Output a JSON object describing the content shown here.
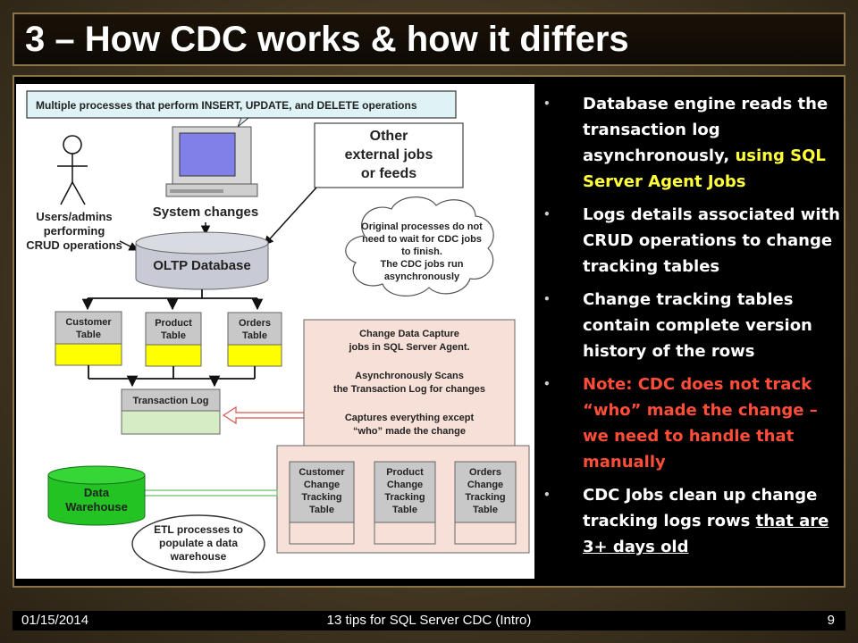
{
  "slide": {
    "title": "3 – How CDC works & how it differs"
  },
  "diagram": {
    "top_banner": "Multiple processes that perform INSERT, UPDATE, and DELETE operations",
    "users_label": [
      "Users/admins",
      "performing",
      "CRUD operations"
    ],
    "system_changes": "System changes",
    "other_jobs": [
      "Other",
      "external jobs",
      "or feeds"
    ],
    "cloud": [
      "Original processes do not",
      "need to wait for CDC jobs",
      "to finish.",
      "The CDC jobs run",
      "asynchronously"
    ],
    "oltp": "OLTP Database",
    "customer_table": [
      "Customer",
      "Table"
    ],
    "product_table": [
      "Product",
      "Table"
    ],
    "orders_table": [
      "Orders",
      "Table"
    ],
    "transaction_log": "Transaction Log",
    "cdc_box": {
      "line1": [
        "Change Data Capture",
        "jobs in SQL Server Agent."
      ],
      "line2": [
        "Asynchronously Scans",
        "the Transaction Log for changes"
      ],
      "line3": [
        "Captures everything except",
        "“who” made the change"
      ]
    },
    "customer_ct": [
      "Customer",
      "Change",
      "Tracking",
      "Table"
    ],
    "product_ct": [
      "Product",
      "Change",
      "Tracking",
      "Table"
    ],
    "orders_ct": [
      "Orders",
      "Change",
      "Tracking",
      "Table"
    ],
    "data_warehouse": [
      "Data",
      "Warehouse"
    ],
    "etl": [
      "ETL processes to",
      "populate a data",
      "warehouse"
    ]
  },
  "bullets": {
    "b1_text": "Database engine reads the transaction log asynchronously, ",
    "b1_highlight": "using SQL Server Agent Jobs",
    "b2": "Logs details associated with CRUD operations to change tracking tables",
    "b3": "Change tracking tables contain complete version history of the rows",
    "b4": "Note: CDC does not track “who” made the change – we need to handle that manually",
    "b5_text": "CDC Jobs clean up change tracking logs rows ",
    "b5_underline": "that are 3+ days old",
    "bullet_glyph": "•"
  },
  "footer": {
    "date": "01/15/2014",
    "center": "13 tips for SQL Server CDC (Intro)",
    "page": "9"
  },
  "colors": {
    "yellow": "#ffff3a",
    "note_red": "#ff4d3a",
    "table_gray": "#c8c8c8",
    "table_yellow": "#ffff00",
    "cdc_pink": "#f7e0d8",
    "green_db": "#22c322"
  }
}
